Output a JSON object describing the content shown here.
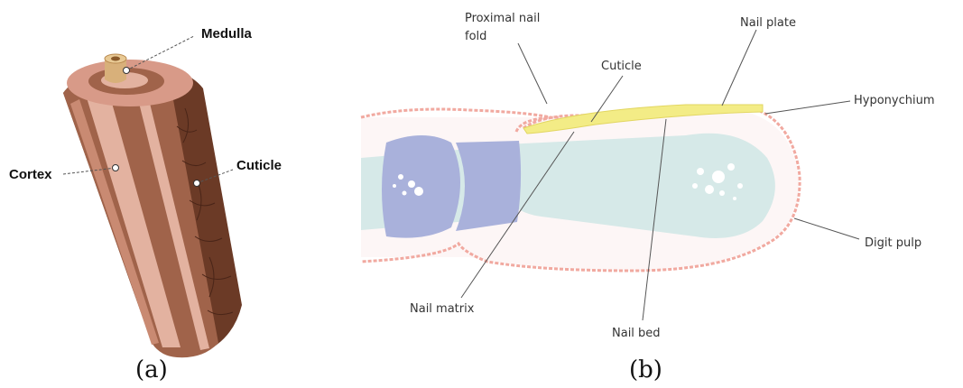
{
  "panel_a": {
    "caption": "(a)",
    "labels": {
      "medulla": "Medulla",
      "cortex": "Cortex",
      "cuticle": "Cuticle"
    }
  },
  "panel_b": {
    "caption": "(b)",
    "labels": {
      "proximal_nail_fold_line1": "Proximal nail",
      "proximal_nail_fold_line2": "fold",
      "cuticle": "Cuticle",
      "nail_plate": "Nail plate",
      "hyponychium": "Hyponychium",
      "digit_pulp": "Digit pulp",
      "nail_matrix": "Nail matrix",
      "nail_bed": "Nail bed"
    }
  },
  "colors": {
    "hair_cuticle": "#6b3a26",
    "hair_cortex_dark": "#a0634a",
    "hair_cortex_light": "#e3b2a0",
    "hair_medulla": "#d8b07a",
    "nail_plate": "#f3ec86",
    "bone_blue": "#a9b1db",
    "bone_green": "#d6e9e8",
    "skin_outline": "#f1a9a0"
  }
}
